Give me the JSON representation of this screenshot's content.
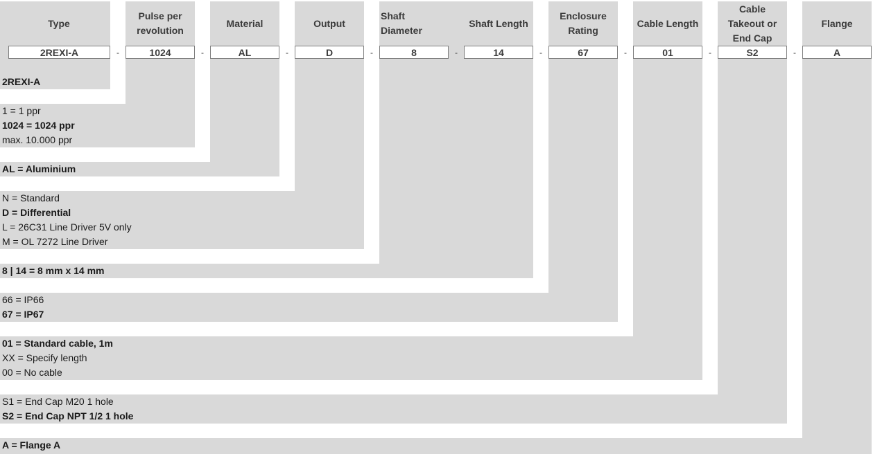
{
  "columns": [
    {
      "key": "type",
      "header": "Type",
      "code": "2REXI-A"
    },
    {
      "key": "pulse",
      "header": "Pulse per revolution",
      "code": "1024"
    },
    {
      "key": "material",
      "header": "Material",
      "code": "AL"
    },
    {
      "key": "output",
      "header": "Output",
      "code": "D"
    },
    {
      "key": "shaft_diameter",
      "header": "Shaft Diameter",
      "code": "8"
    },
    {
      "key": "shaft_length",
      "header": "Shaft Length",
      "code": "14"
    },
    {
      "key": "enclosure",
      "header": "Enclosure Rating",
      "code": "67"
    },
    {
      "key": "cable_length",
      "header": "Cable Length",
      "code": "01"
    },
    {
      "key": "cable_takeout",
      "header": "Cable Takeout or End Cap",
      "code": "S2"
    },
    {
      "key": "flange",
      "header": "Flange",
      "code": "A"
    }
  ],
  "separator": "-",
  "options": {
    "type": [
      {
        "text": "2REXI-A",
        "default": true
      }
    ],
    "pulse": [
      {
        "text": "1 = 1 ppr",
        "default": false
      },
      {
        "text": "1024 = 1024 ppr",
        "default": true
      },
      {
        "text": "max. 10.000 ppr",
        "default": false
      }
    ],
    "material": [
      {
        "text": "AL = Aluminium",
        "default": true
      }
    ],
    "output": [
      {
        "text": "N = Standard",
        "default": false
      },
      {
        "text": "D = Differential",
        "default": true
      },
      {
        "text": "L = 26C31 Line Driver 5V only",
        "default": false
      },
      {
        "text": "M = OL 7272 Line Driver",
        "default": false
      }
    ],
    "shaft": [
      {
        "text": "8 | 14 = 8 mm x 14 mm",
        "default": true
      }
    ],
    "enclosure": [
      {
        "text": "66 = IP66",
        "default": false
      },
      {
        "text": "67 = IP67",
        "default": true
      }
    ],
    "cable_length": [
      {
        "text": "01 = Standard cable, 1m",
        "default": true
      },
      {
        "text": "XX = Specify length",
        "default": false
      },
      {
        "text": "00 = No cable",
        "default": false
      }
    ],
    "cable_takeout": [
      {
        "text": "S1 = End Cap M20 1 hole",
        "default": false
      },
      {
        "text": "S2 = End Cap NPT 1/2 1 hole",
        "default": true
      }
    ],
    "flange": [
      {
        "text": "A = Flange A",
        "default": true
      }
    ]
  },
  "colors": {
    "panel": "#d9d9d9",
    "background": "#ffffff",
    "header_text": "#3b3b3b",
    "border": "#7f7f7f"
  }
}
